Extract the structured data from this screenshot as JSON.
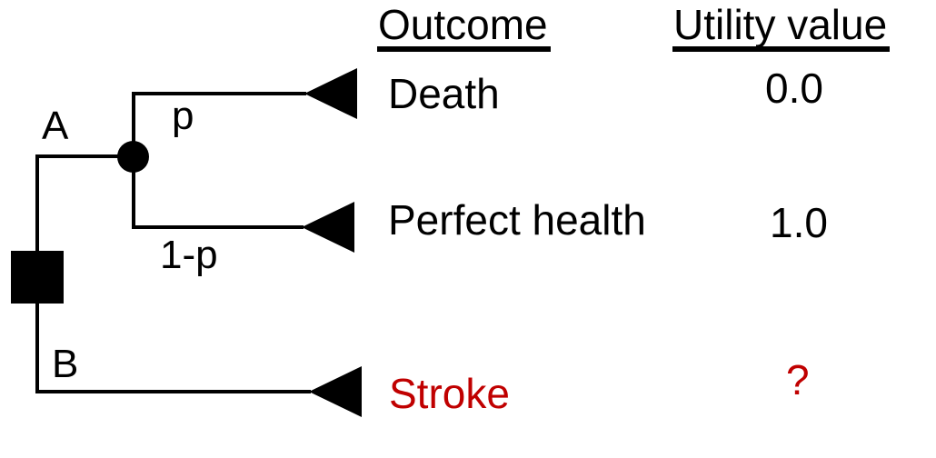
{
  "diagram": {
    "type": "decision-tree",
    "branch_labels": {
      "a": "A",
      "b": "B"
    },
    "probability_labels": {
      "upper": "p",
      "lower": "1-p"
    },
    "icons": {
      "decision_node": "filled-square",
      "chance_node": "filled-circle",
      "terminal_node": "left-pointing-filled-triangle"
    }
  },
  "table": {
    "outcome_header": "Outcome",
    "utility_header": "Utility value",
    "rows": [
      {
        "outcome": "Death",
        "utility": "0.0"
      },
      {
        "outcome": "Perfect health",
        "utility": "1.0"
      },
      {
        "outcome": "Stroke",
        "utility": "?"
      }
    ]
  },
  "colors": {
    "ink": "#000000",
    "highlight_red": "#c00000",
    "background": "#ffffff"
  }
}
